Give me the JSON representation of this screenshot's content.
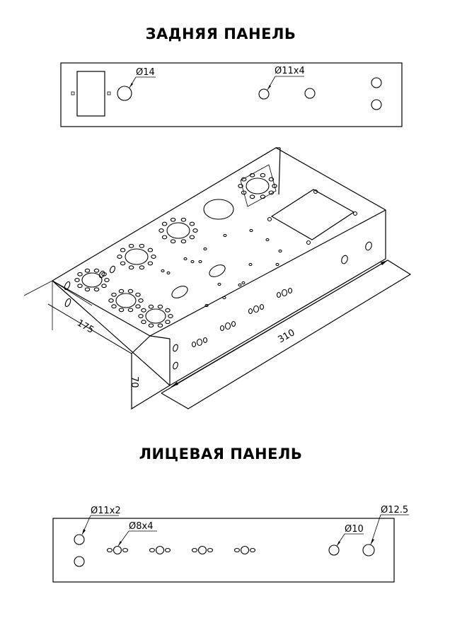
{
  "rear_panel": {
    "title": "ЗАДНЯЯ ПАНЕЛЬ",
    "dim_d14": "Ø14",
    "dim_d11x4": "Ø11x4"
  },
  "chassis": {
    "dim_length": "310",
    "dim_depth": "175",
    "dim_height": "70"
  },
  "front_panel": {
    "title": "ЛИЦЕВАЯ ПАНЕЛЬ",
    "dim_d11x2": "Ø11x2",
    "dim_d8x4": "Ø8x4",
    "dim_d10": "Ø10",
    "dim_d12_5": "Ø12.5"
  }
}
